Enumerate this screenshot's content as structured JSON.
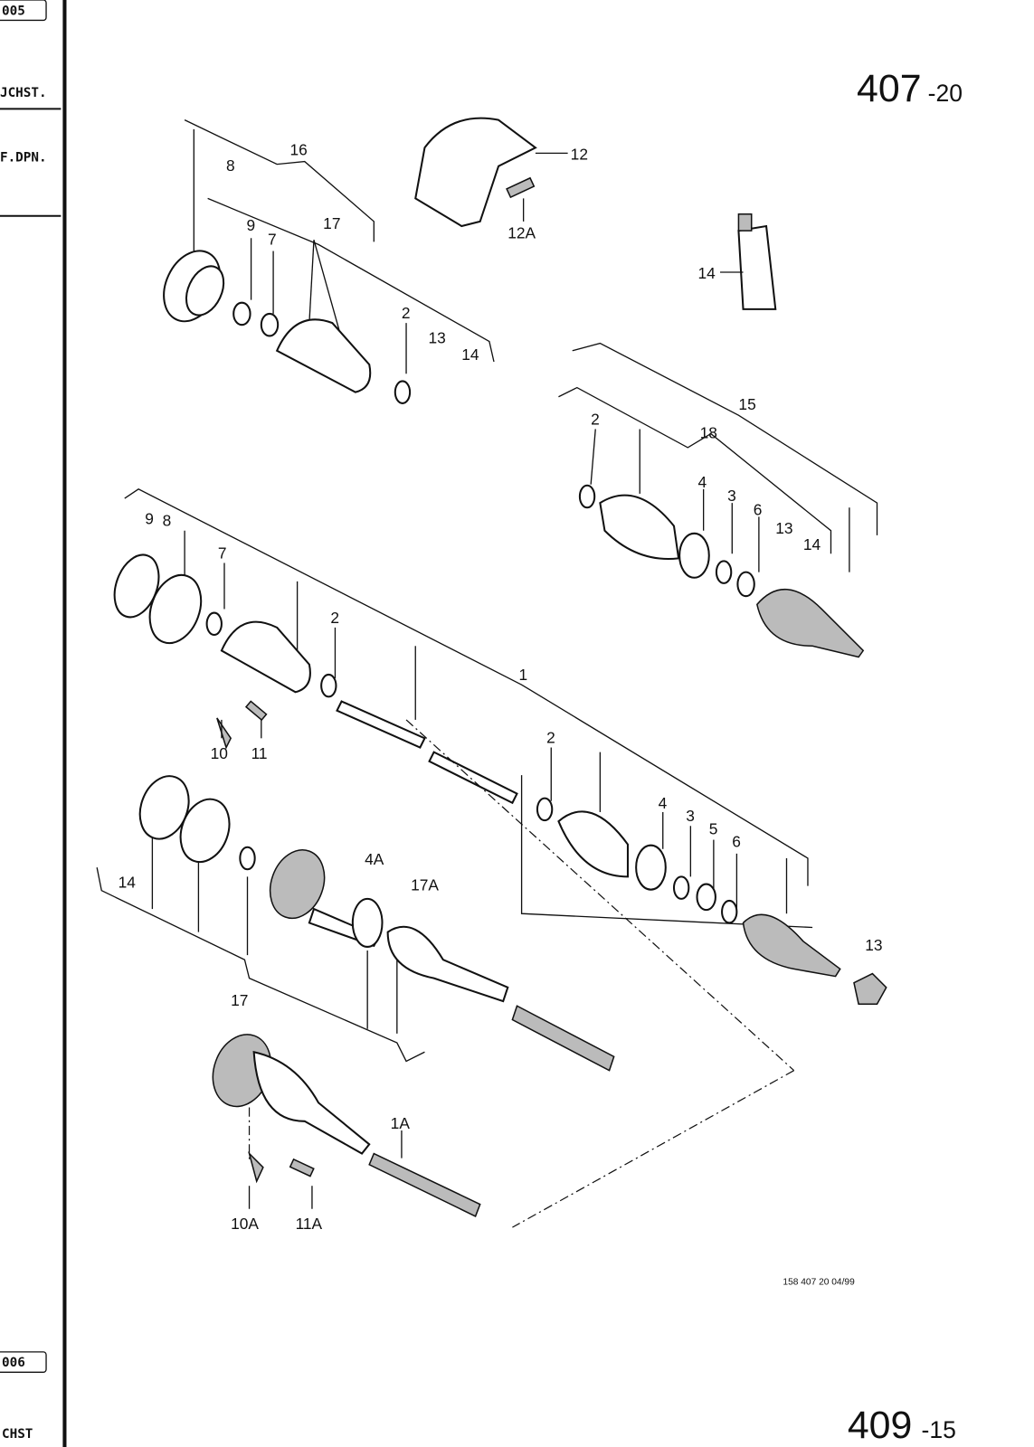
{
  "page": {
    "number_main": "407",
    "number_sub": "-20",
    "next_main": "409",
    "next_sub": "-15",
    "footer_code": "158   407 20   04/99"
  },
  "margin": {
    "tab_top": "005",
    "label_1": "JCHST.",
    "label_2": "F.DPN.",
    "tab_bottom": "006",
    "label_3": "CHST"
  },
  "callouts": {
    "c16": "16",
    "c8a": "8",
    "c17a": "17",
    "c9a": "9",
    "c7a": "7",
    "c2a": "2",
    "c13a": "13",
    "c14a": "14",
    "c12": "12",
    "c12A": "12A",
    "c14b": "14",
    "c15": "15",
    "c2b": "2",
    "c18": "18",
    "c4a": "4",
    "c3a": "3",
    "c6a": "6",
    "c13b": "13",
    "c14c": "14",
    "c9b": "9",
    "c8b": "8",
    "c7b": "7",
    "c2c": "2",
    "c1": "1",
    "c10": "10",
    "c11": "11",
    "c2d": "2",
    "c4b": "4",
    "c3b": "3",
    "c5": "5",
    "c6b": "6",
    "c14d": "14",
    "c4A": "4A",
    "c17A": "17A",
    "c13c": "13",
    "c17b": "17",
    "c1A": "1A",
    "c10A": "10A",
    "c11A": "11A"
  }
}
